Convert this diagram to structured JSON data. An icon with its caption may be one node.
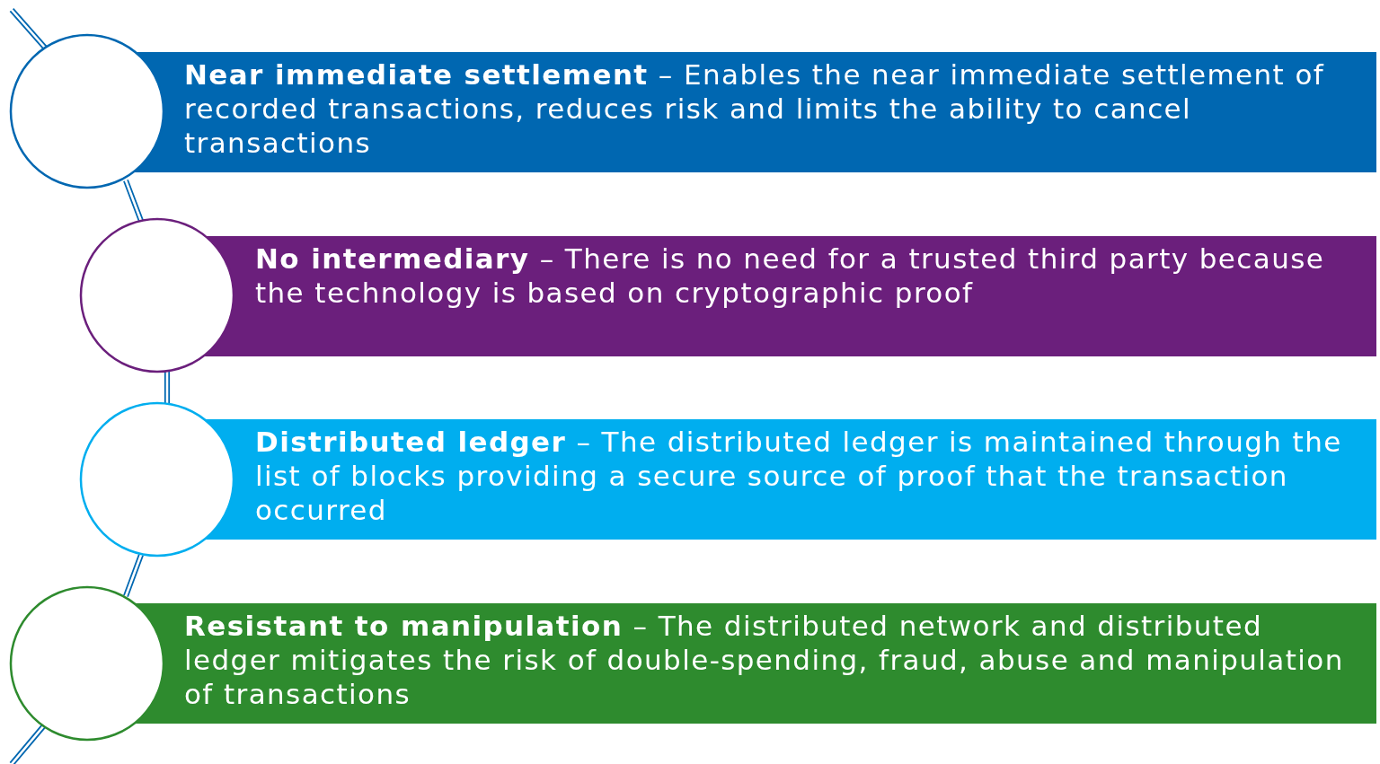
{
  "diagram": {
    "nodes": [
      {
        "text": [],
        "shape": "circle"
      },
      {
        "text": [
          "**Near immediate settlement** – Enables the near immediate settlement of recorded transactions, reduces risk and limits the ability to cancel transactions"
        ]
      },
      {
        "text": [],
        "shape": "circle"
      },
      {
        "text": [
          "**No intermediary** – There is no need for a trusted third party because the technology is based on cryptographic proof"
        ]
      },
      {
        "text": [],
        "shape": "circle"
      },
      {
        "text": [
          "**Distributed ledger** – The distributed ledger is maintained through the list of blocks providing a secure source of proof that the transaction occurred"
        ]
      },
      {
        "text": [],
        "shape": "circle"
      },
      {
        "text": [
          "**Resistant to manipulation** – The distributed network and distributed ledger mitigates the risk of double-spending, fraud, abuse and manipulation of transactions"
        ]
      }
    ],
    "edges": [
      {
        "from": null,
        "to": 0,
        "arrow": "none"
      },
      {
        "from": 0,
        "to": 2,
        "arrow": "none"
      },
      {
        "from": 2,
        "to": 4,
        "arrow": "none"
      },
      {
        "from": 4,
        "to": 6,
        "arrow": "none"
      },
      {
        "from": 6,
        "to": null,
        "arrow": "none"
      }
    ]
  }
}
